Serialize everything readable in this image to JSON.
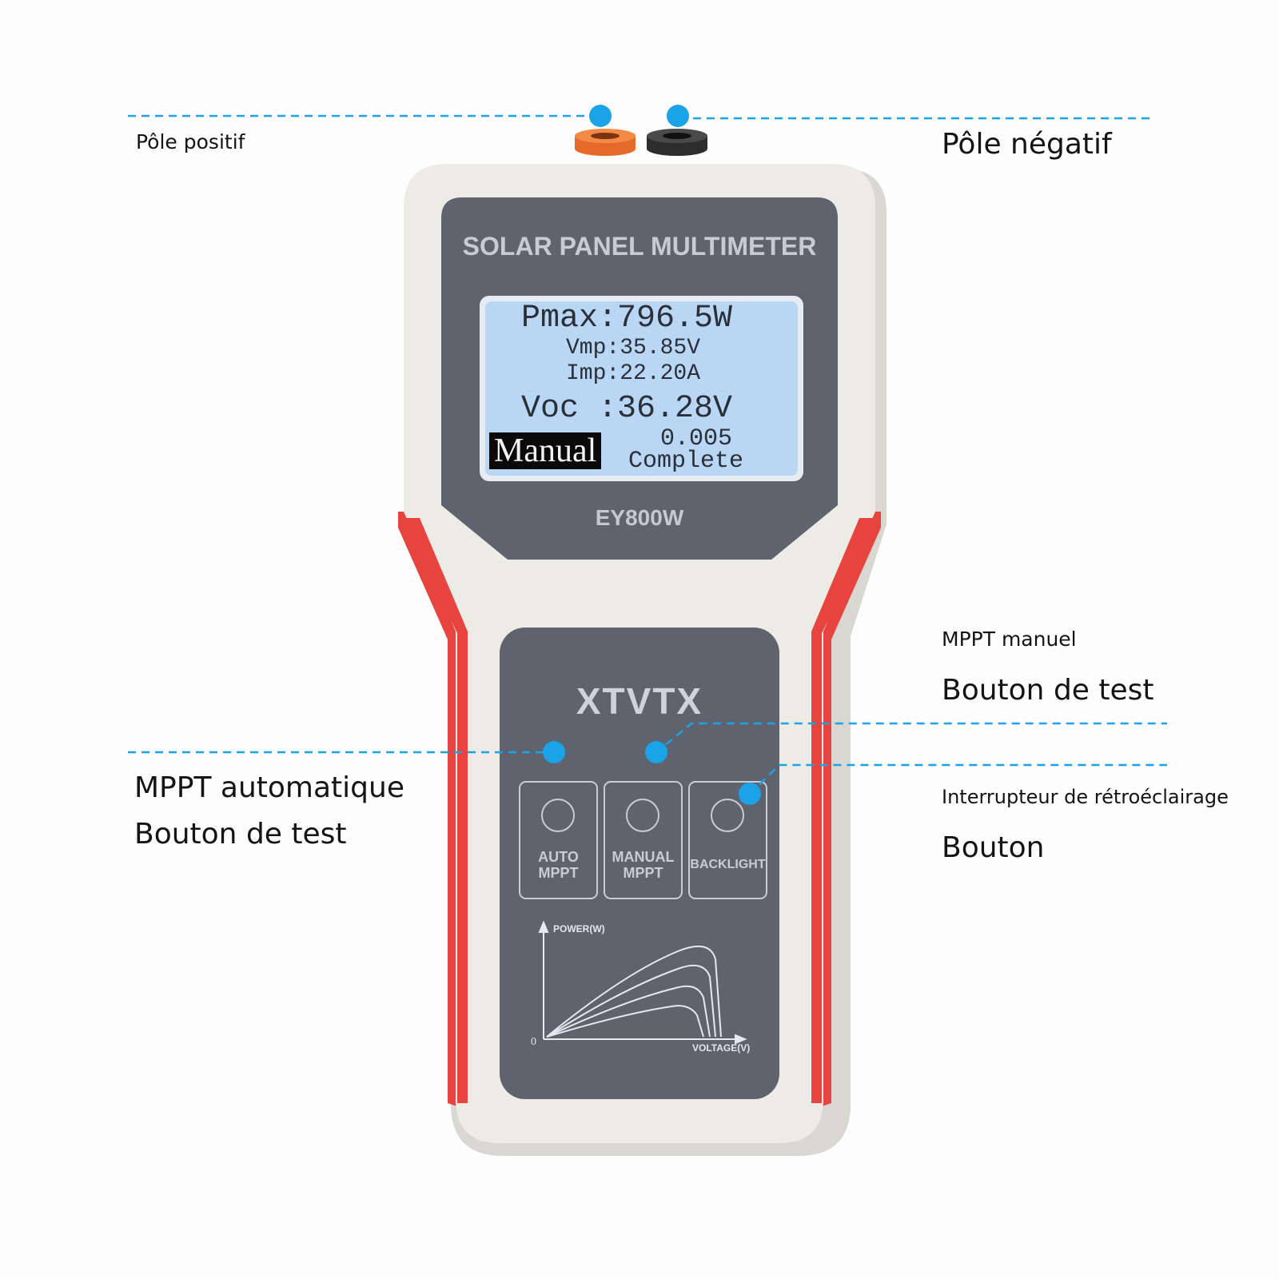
{
  "device": {
    "header": "SOLAR PANEL MULTIMETER",
    "model": "EY800W",
    "brand": "XTVTX",
    "display": {
      "pmax": "Pmax:796.5W",
      "vmp": "Vmp:35.85V",
      "imp": "Imp:22.20A",
      "voc": "Voc :36.28V",
      "mode": "Manual",
      "value": "0.005",
      "status": "Complete"
    },
    "buttons": {
      "auto": "AUTO\nMPPT",
      "manual": "MANUAL\nMPPT",
      "backlight": "BACKLIGHT"
    },
    "graph": {
      "y_label": "POWER(W)",
      "x_label": "VOLTAGE(V)",
      "origin": "0"
    }
  },
  "callouts": {
    "positive_pole": "Pôle positif",
    "negative_pole": "Pôle négatif",
    "manual_mppt_line1": "MPPT manuel",
    "manual_mppt_line2": "Bouton de test",
    "auto_mppt_line1": "MPPT automatique",
    "auto_mppt_line2": "Bouton de test",
    "backlight_line1": "Interrupteur de rétroéclairage",
    "backlight_line2": "Bouton"
  },
  "colors": {
    "callout_accent": "#1aa3e6",
    "device_red": "#e8443f",
    "device_shell": "#ecebe6",
    "device_panel": "#5f636d",
    "lcd_background": "#b9d7f5"
  }
}
